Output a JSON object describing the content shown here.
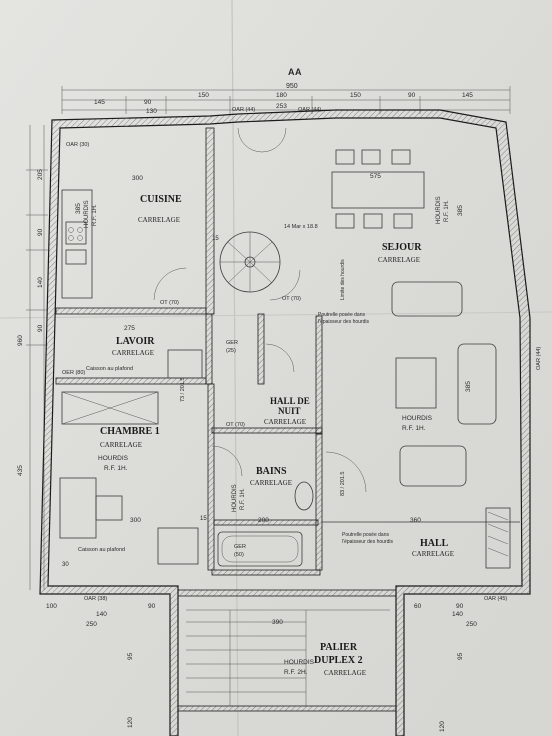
{
  "rooms": {
    "cuisine": {
      "name": "CUISINE",
      "floor": "CARRELAGE"
    },
    "sejour": {
      "name": "SEJOUR",
      "floor": "CARRELAGE"
    },
    "lavoir": {
      "name": "LAVOIR",
      "floor": "CARRELAGE"
    },
    "chambre": {
      "name": "CHAMBRE 1",
      "floor": "CARRELAGE"
    },
    "hall_nuit": {
      "name1": "HALL DE",
      "name2": "NUIT",
      "floor": "CARRELAGE"
    },
    "bains": {
      "name": "BAINS",
      "floor": "CARRELAGE"
    },
    "hall": {
      "name": "HALL",
      "floor": "CARRELAGE"
    },
    "palier": {
      "name1": "PALIER",
      "name2": "DUPLEX 2",
      "floor": "CARRELAGE"
    }
  },
  "labels": {
    "hourdis": "HOURDIS",
    "rf1h": "R.F. 1H.",
    "rf2h": "R.F. 2H.",
    "caisson": "Caisson au plafond",
    "poutrelle1": "Poutrelle posée dans",
    "poutrelle2": "l'épaisseur des hourdis",
    "marches": "14 Mar x 18.8",
    "limite": "Limite des hourdis",
    "ger": "GER",
    "ger_val": "(50)",
    "ger25": "(25)",
    "ot70": "OT (70)",
    "oar44": "OAR (44)",
    "oar45": "OAR (45)",
    "oar38": "OAR (38)",
    "oar30": "OAR (30)",
    "oer": "OER (80)",
    "cote_a": "A",
    "total": "950"
  },
  "dims_top": [
    "145",
    "90",
    "150",
    "180",
    "150",
    "90",
    "145"
  ],
  "dims_top2": [
    "130",
    "253"
  ],
  "dims_left": [
    "205",
    "90",
    "140",
    "90",
    "960",
    "435"
  ],
  "dims_inner": {
    "k300": "300",
    "s575": "575",
    "s385": "385",
    "l275": "275",
    "c300": "300",
    "c385": "385",
    "b200": "200",
    "h360": "360",
    "p390": "390",
    "d15": "15",
    "d30": "30",
    "d100": "100",
    "d250": "250",
    "d140": "140",
    "d90": "90",
    "d60": "60",
    "d120": "120",
    "d95": "95",
    "d73": "73 / 201.5",
    "d83": "83 / 201.5"
  }
}
